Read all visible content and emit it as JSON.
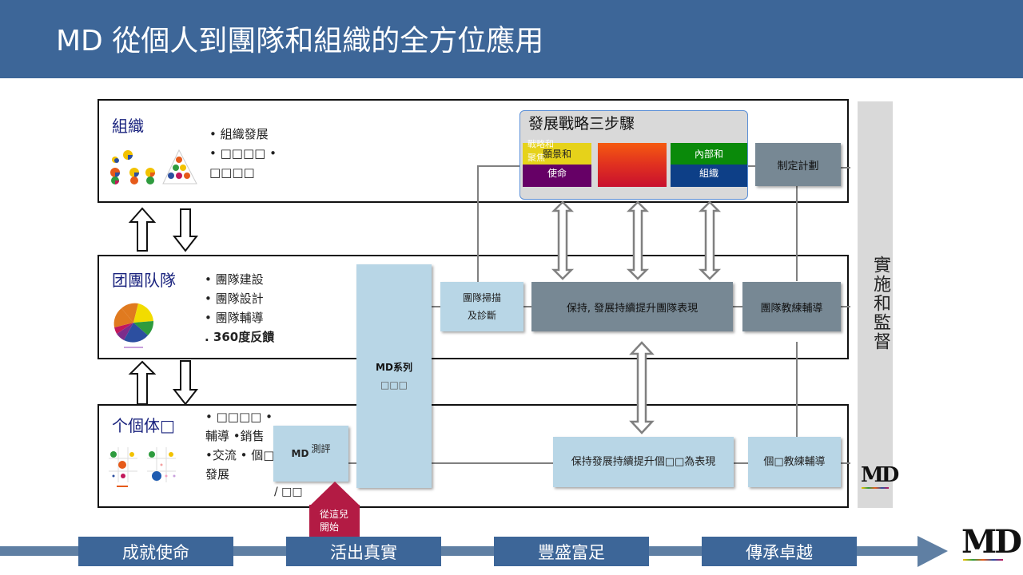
{
  "header": {
    "title": "MD 從個人到團隊和組織的全方位應用"
  },
  "levels": {
    "organization": {
      "title": "組織",
      "bullets": [
        "• 組織發展",
        "• □□□□ •",
        "□□□□"
      ]
    },
    "team": {
      "title": "团團队隊",
      "bullets": [
        "• 團隊建設",
        "• 團隊設計",
        "• 團隊輔導",
        ".   360度反饋"
      ]
    },
    "individual": {
      "title": "个個体□",
      "bullets": [
        "• □□□□ •",
        "輔導 •銷售",
        "•交流 • 個□",
        "發展"
      ]
    }
  },
  "strategy": {
    "title": "發展戰略三步驟",
    "overlay_text": "戰略和聚焦",
    "steps": [
      {
        "top": "願景和",
        "bottom": "使命",
        "top_color": "#e6d21a",
        "bottom_color": "#660066"
      },
      {
        "top": "",
        "bottom": "",
        "top_color": "#f05a16",
        "bottom_color": "#c8102e"
      },
      {
        "top": "內部和",
        "bottom": "組織",
        "top_color": "#0a8a0a",
        "bottom_color": "#0d3f87"
      }
    ]
  },
  "boxes": {
    "plan": "制定計劃",
    "team_scan_line1": "團隊掃描",
    "team_scan_line2": "及診斷",
    "team_perf": "保持, 發展持續提升團隊表現",
    "team_coach": "團隊教練輔導",
    "md_series_line1": "MD系列",
    "md_series_line2": "□□□",
    "md_assess_md": "MD",
    "md_assess_label": "測評",
    "md_assess_sub": "/ □□",
    "indiv_perf": "保持發展持續提升個□□為表現",
    "indiv_coach": "個□教練輔導"
  },
  "start": {
    "line1": "從這兒",
    "line2": "開始",
    "color": "#b31b44"
  },
  "side": {
    "label": "實施和監督"
  },
  "timeline": {
    "stages": [
      "成就使命",
      "活出真實",
      "豐盛富足",
      "傳承卓越"
    ]
  },
  "logo": {
    "text": "MD"
  },
  "colors": {
    "header": "#3d6698",
    "light_box": "#b8d6e6",
    "gray_box": "#778894",
    "side_bar": "#d9d9d9"
  }
}
